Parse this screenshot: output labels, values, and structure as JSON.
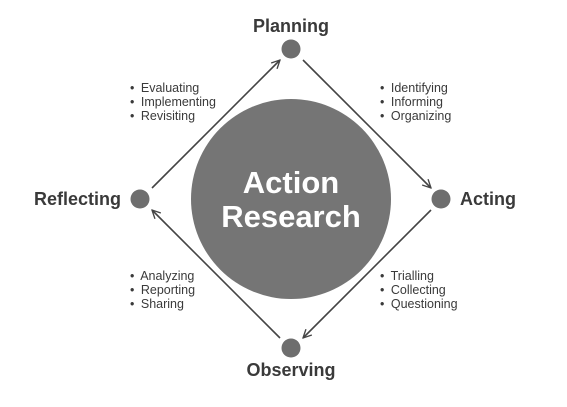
{
  "center": {
    "line1": "Action",
    "line2": "Research"
  },
  "stages": {
    "planning": "Planning",
    "acting": "Acting",
    "observing": "Observing",
    "reflecting": "Reflecting"
  },
  "lists": {
    "reflect_to_plan": [
      "Evaluating",
      "Implementing",
      "Revisiting"
    ],
    "plan_to_act": [
      "Identifying",
      "Informing",
      "Organizing"
    ],
    "observe_to_reflect": [
      "Analyzing",
      "Reporting",
      "Sharing"
    ],
    "act_to_observe": [
      "Trialling",
      "Collecting",
      "Questioning"
    ]
  },
  "bullet_symbol": "•",
  "colors": {
    "center_fill": "#757575",
    "node_fill": "#6e6e6e",
    "arrow": "#444444",
    "text": "#3a3a3a"
  }
}
